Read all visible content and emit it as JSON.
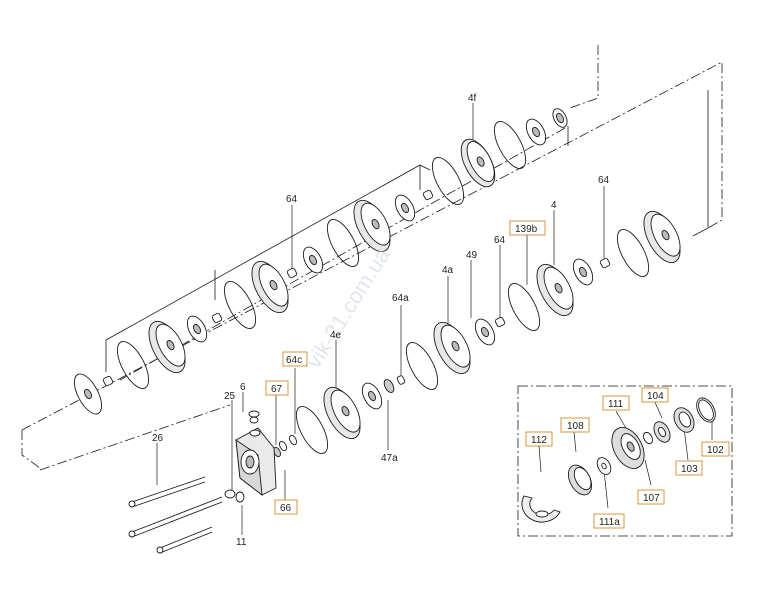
{
  "labels": {
    "l_4f": "4f",
    "l_64a": "64",
    "l_64b": "64",
    "l_4": "4",
    "l_64c": "64",
    "l_4a": "4a",
    "l_49": "49",
    "l_64a2": "64a",
    "l_4e": "4e",
    "l_47a": "47a",
    "l_25": "25",
    "l_6": "6",
    "l_26": "26",
    "l_11": "11"
  },
  "boxed": {
    "b_139b": "139b",
    "b_64c": "64c",
    "b_67": "67",
    "b_66": "66",
    "b_111": "111",
    "b_104": "104",
    "b_112": "112",
    "b_108": "108",
    "b_102": "102",
    "b_103": "103",
    "b_107": "107",
    "b_111a": "111a"
  },
  "watermark": "vik-21.com.ua",
  "colors": {
    "line": "#1a1a1a",
    "box_border": "#d08a2a",
    "part_fill": "#ffffff",
    "shade": "#cfcfcf"
  }
}
